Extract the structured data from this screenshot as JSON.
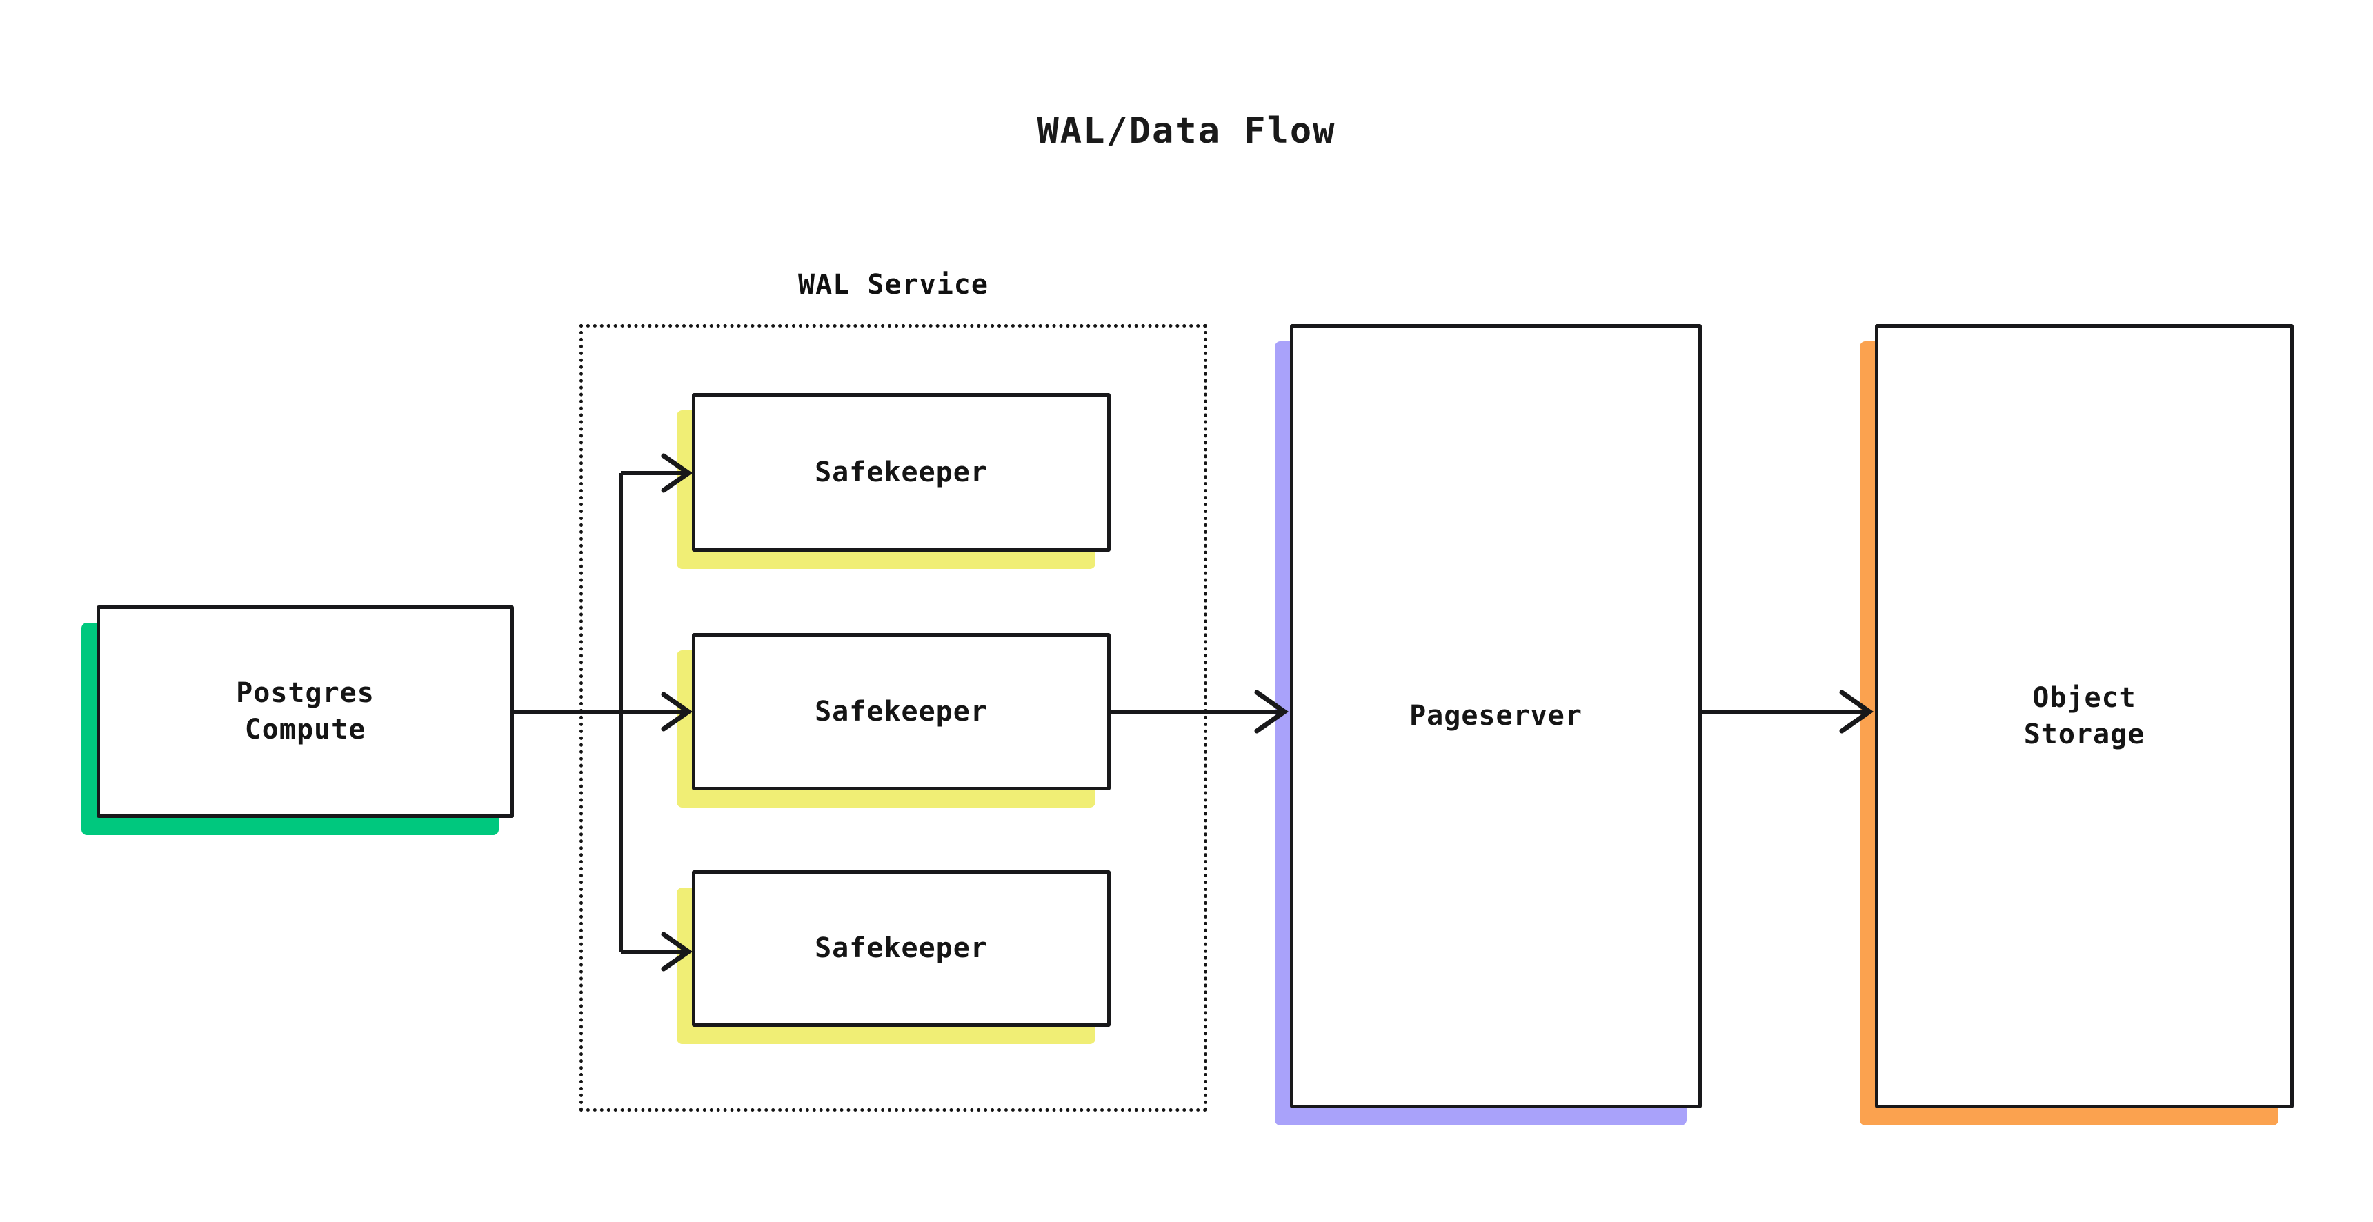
{
  "diagram": {
    "title": "WAL/Data Flow",
    "type": "flow-diagram",
    "background": "#ffffff",
    "stroke_color": "#18181a"
  },
  "cluster": {
    "label": "WAL Service",
    "border_style": "dotted"
  },
  "nodes": [
    {
      "id": "postgres-compute",
      "label": "Postgres\nCompute",
      "accent_color": "#00c87e"
    },
    {
      "id": "safekeeper-1",
      "label": "Safekeeper",
      "accent_color": "#f0ee75"
    },
    {
      "id": "safekeeper-2",
      "label": "Safekeeper",
      "accent_color": "#f0ee75"
    },
    {
      "id": "safekeeper-3",
      "label": "Safekeeper",
      "accent_color": "#f0ee75"
    },
    {
      "id": "pageserver",
      "label": "Pageserver",
      "accent_color": "#a9a2fa"
    },
    {
      "id": "object-storage",
      "label": "Object\nStorage",
      "accent_color": "#fba24f"
    }
  ],
  "edges": [
    {
      "id": "edge-compute-safekeeper-1",
      "from": "postgres-compute",
      "to": "safekeeper-1",
      "arrow": true
    },
    {
      "id": "edge-compute-safekeeper-2",
      "from": "postgres-compute",
      "to": "safekeeper-2",
      "arrow": true
    },
    {
      "id": "edge-compute-safekeeper-3",
      "from": "postgres-compute",
      "to": "safekeeper-3",
      "arrow": true
    },
    {
      "id": "edge-safekeeper-2-pageserver",
      "from": "safekeeper-2",
      "to": "pageserver",
      "arrow": true
    },
    {
      "id": "edge-pageserver-object-storage",
      "from": "pageserver",
      "to": "object-storage",
      "arrow": true
    }
  ]
}
